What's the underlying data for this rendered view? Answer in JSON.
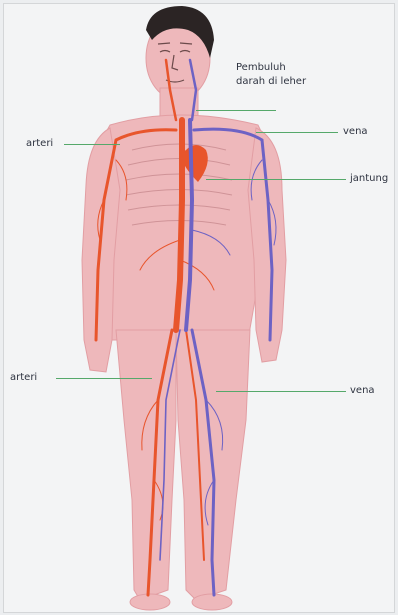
{
  "labels": {
    "neck_vessels_line1": "Pembuluh",
    "neck_vessels_line2": "darah di leher",
    "artery_top": "arteri",
    "vein_top": "vena",
    "heart": "jantung",
    "artery_bottom": "arteri",
    "vein_bottom": "vena"
  },
  "colors": {
    "background": "#f3f4f5",
    "skin": "#eeb8bb",
    "skin_shadow": "#e59fa5",
    "hair": "#2b2424",
    "artery": "#e8552c",
    "vein": "#6d62c4",
    "leader_line": "#55a86a",
    "label_text": "#2e3340"
  }
}
